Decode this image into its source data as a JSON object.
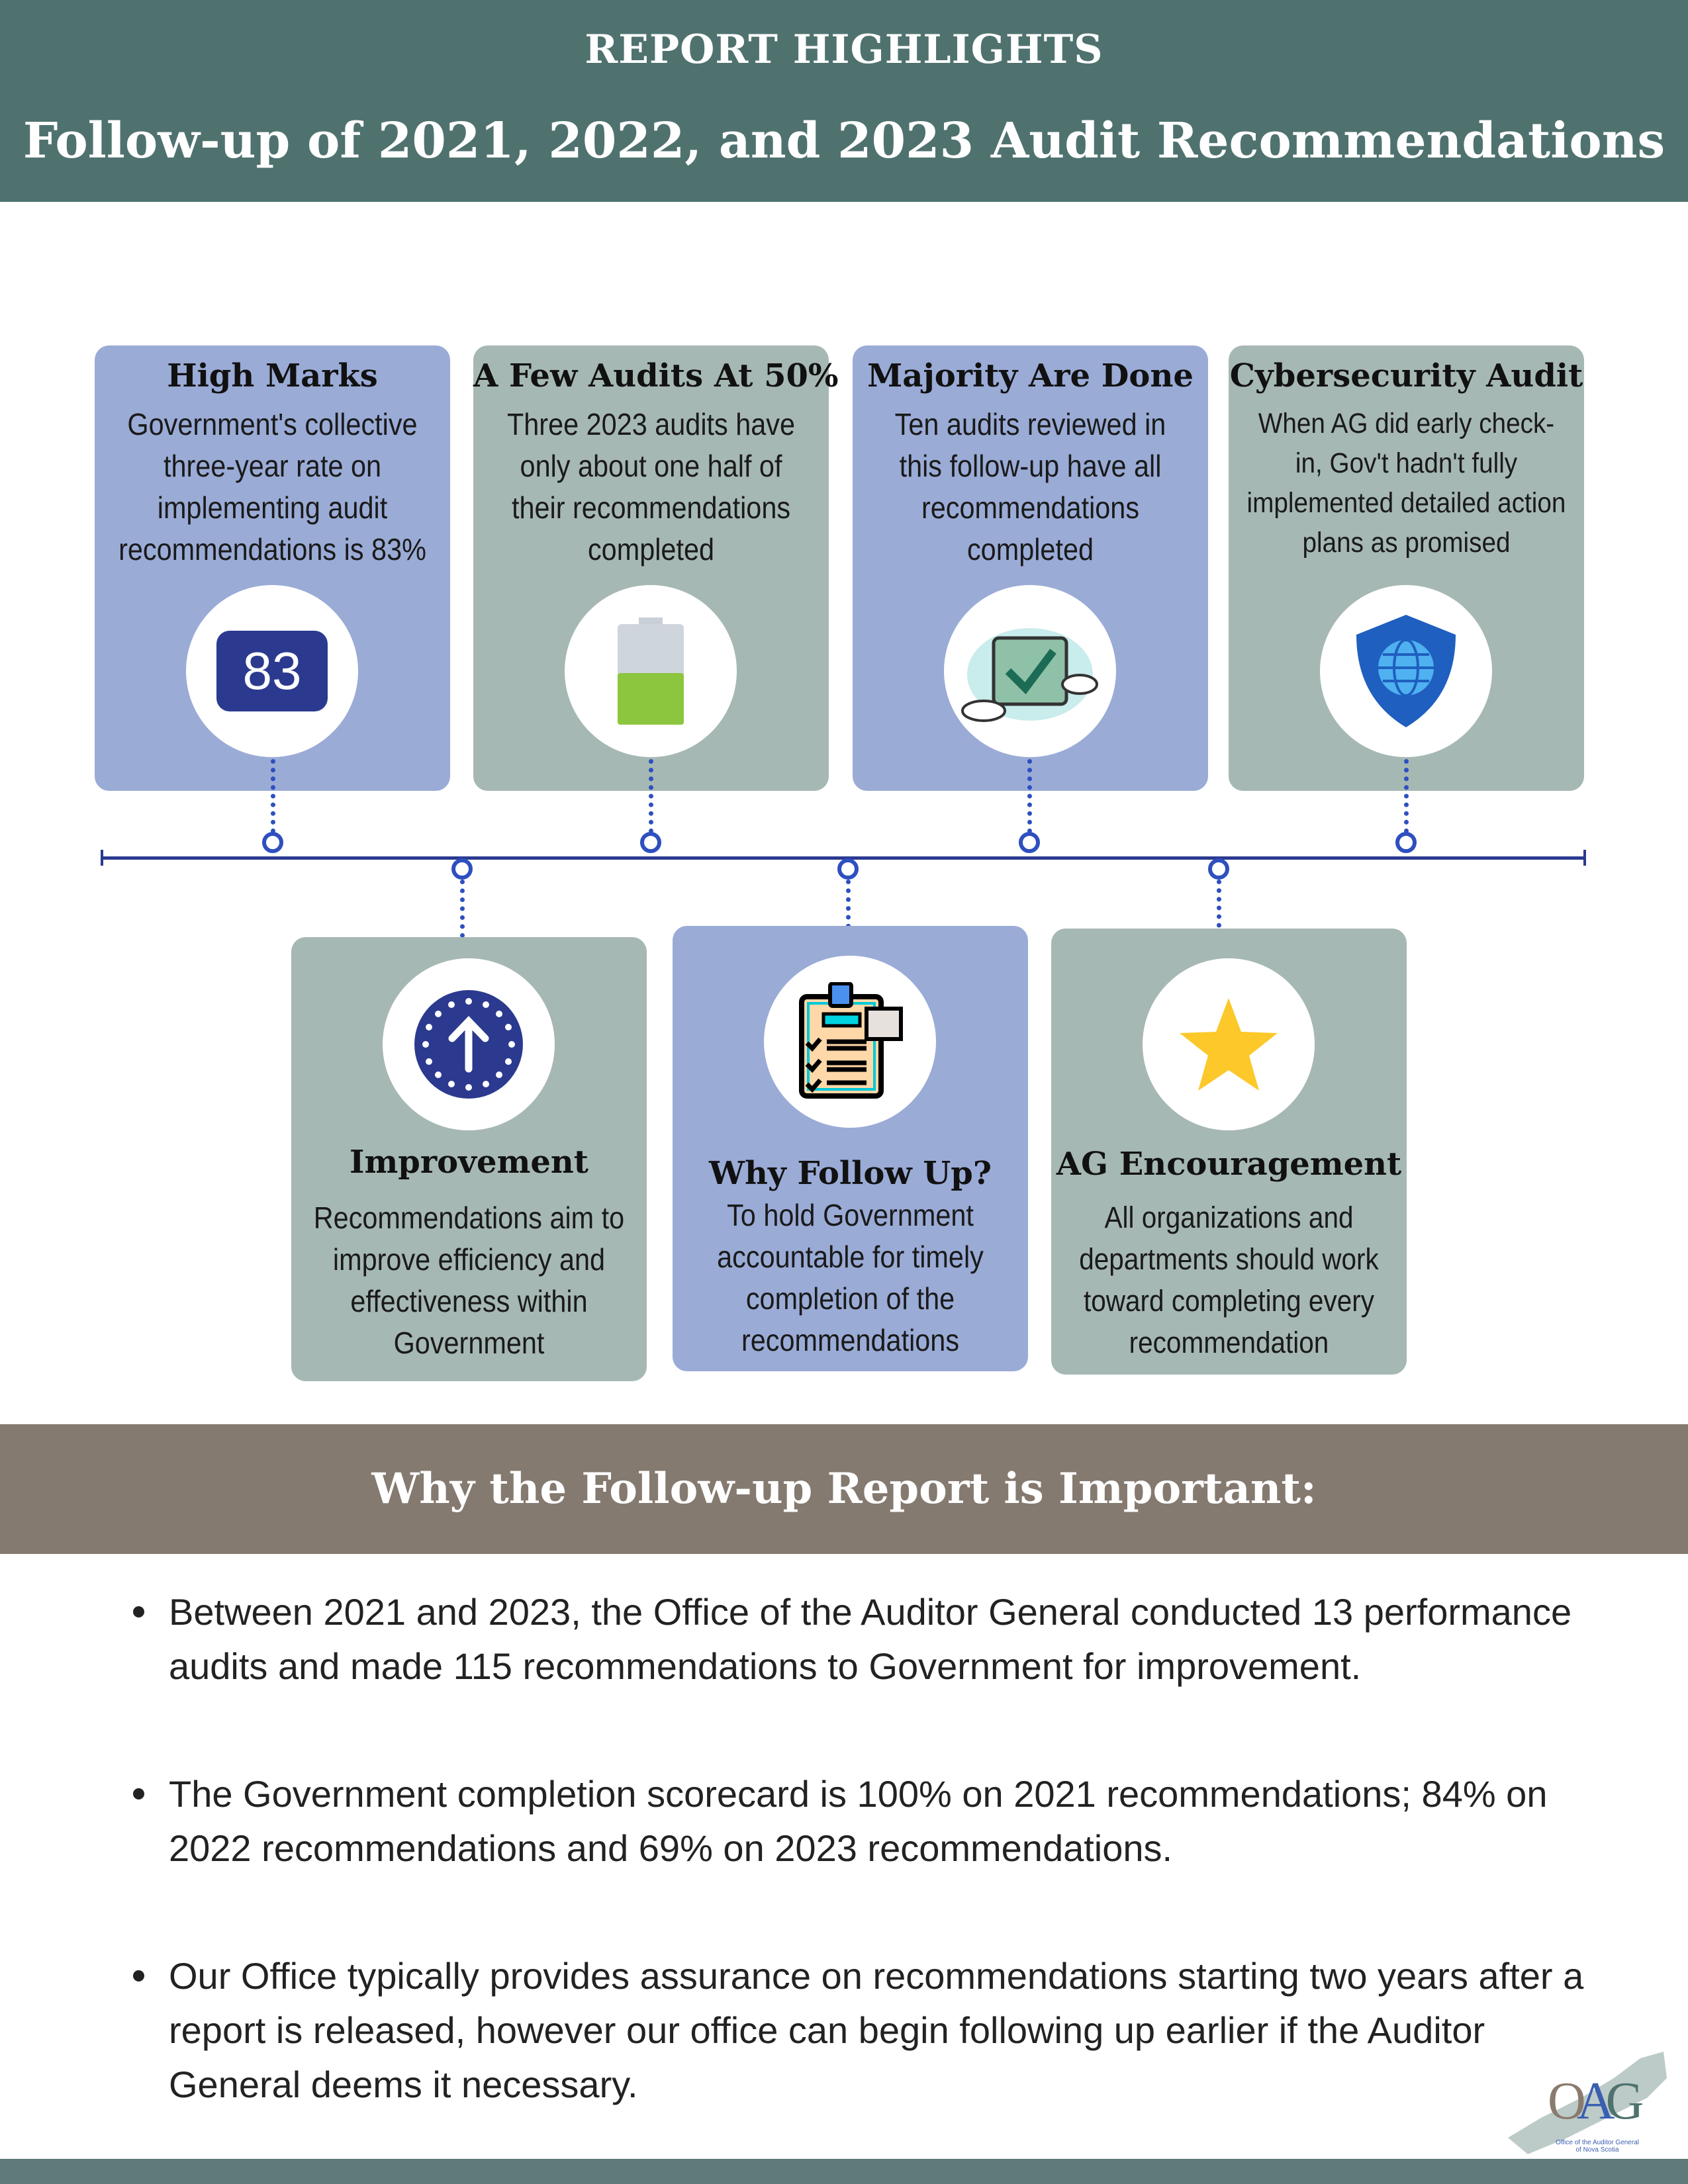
{
  "header": {
    "kicker": "REPORT HIGHLIGHTS",
    "title": "Follow-up of 2021, 2022, and 2023 Audit Recommendations"
  },
  "cards": [
    {
      "title": "High Marks",
      "body": "Government's collective three-year rate on implementing audit recommendations is 83%",
      "icon": "number-83-badge-icon",
      "badge": "83"
    },
    {
      "title": "A Few Audits At 50%",
      "body": "Three 2023 audits have only about one half of their recommendations completed",
      "icon": "half-battery-icon",
      "fill_fraction": 0.5
    },
    {
      "title": "Majority Are Done",
      "body": "Ten audits reviewed in this follow-up have all recommendations completed",
      "icon": "checkbox-cloud-icon"
    },
    {
      "title": "Cybersecurity Audit",
      "body": "When AG did early check-in, Gov't hadn't fully implemented detailed action plans as promised",
      "icon": "globe-shield-icon"
    },
    {
      "title": "Improvement",
      "body": "Recommendations aim to improve efficiency and effectiveness within Government",
      "icon": "arrow-up-circle-icon"
    },
    {
      "title": "Why Follow Up?",
      "body": "To hold Government accountable for timely completion of the recommendations",
      "icon": "clipboard-checklist-icon"
    },
    {
      "title": "AG Encouragement",
      "body": "All organizations and departments should work toward completing every recommendation",
      "icon": "star-icon"
    }
  ],
  "section": {
    "title": "Why the Follow-up Report is Important:",
    "bullets": [
      "Between 2021 and 2023, the Office of the Auditor General conducted 13 performance audits and made 115 recommendations to Government for improvement.",
      "The Government completion scorecard is 100% on 2021 recommendations; 84% on 2022 recommendations and 69% on 2023 recommendations.",
      "Our Office typically provides assurance on recommendations starting two years after a report is released, however our office can begin following up earlier if the Auditor General deems it necessary."
    ]
  },
  "logo": {
    "letters": "OAG",
    "caption_1": "Office of the Auditor General",
    "caption_2": "of Nova Scotia"
  },
  "colors": {
    "header": "#4f726f",
    "card_blue": "#9aabd6",
    "card_gray": "#a6b8b4",
    "band": "#857a70",
    "accent": "#2e4fbf"
  }
}
